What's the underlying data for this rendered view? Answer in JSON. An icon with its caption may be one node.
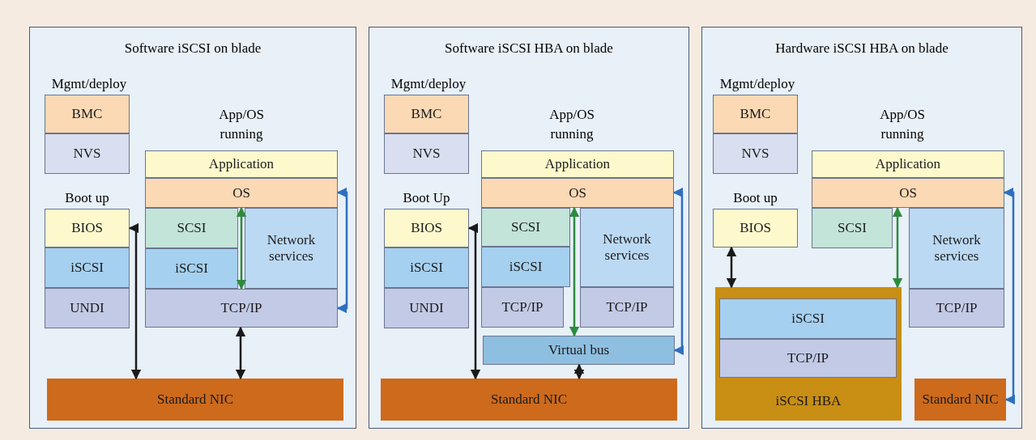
{
  "diagram": {
    "nodes": [
      {
        "text": [
          "Software iSCSI on blade"
        ]
      },
      {
        "text": [
          "BMC"
        ],
        "in": 0
      },
      {
        "text": [
          "NVS"
        ],
        "in": 0
      },
      {
        "text": [
          "BIOS"
        ],
        "in": 0
      },
      {
        "text": [
          "iSCSI"
        ],
        "in": 0
      },
      {
        "text": [
          "UNDI"
        ],
        "in": 0
      },
      {
        "text": [
          "Application"
        ],
        "in": 0
      },
      {
        "text": [
          "OS"
        ],
        "in": 0
      },
      {
        "text": [
          "SCSI"
        ],
        "in": 0
      },
      {
        "text": [
          "iSCSI"
        ],
        "in": 0
      },
      {
        "text": [
          "Network services"
        ],
        "in": 0
      },
      {
        "text": [
          "TCP/IP"
        ],
        "in": 0
      },
      {
        "text": [
          "Standard NIC"
        ],
        "in": 0
      },
      {
        "text": [
          "Software iSCSI HBA on blade"
        ]
      },
      {
        "text": [
          "BMC"
        ],
        "in": 13
      },
      {
        "text": [
          "NVS"
        ],
        "in": 13
      },
      {
        "text": [
          "BIOS"
        ],
        "in": 13
      },
      {
        "text": [
          "iSCSI"
        ],
        "in": 13
      },
      {
        "text": [
          "UNDI"
        ],
        "in": 13
      },
      {
        "text": [
          "Application"
        ],
        "in": 13
      },
      {
        "text": [
          "OS"
        ],
        "in": 13
      },
      {
        "text": [
          "SCSI"
        ],
        "in": 13
      },
      {
        "text": [
          "iSCSI"
        ],
        "in": 13
      },
      {
        "text": [
          "TCP/IP"
        ],
        "in": 13
      },
      {
        "text": [
          "Network services"
        ],
        "in": 13
      },
      {
        "text": [
          "TCP/IP"
        ],
        "in": 13
      },
      {
        "text": [
          "Virtual bus"
        ],
        "in": 13
      },
      {
        "text": [
          "Standard NIC"
        ],
        "in": 13
      },
      {
        "text": [
          "Hardware iSCSI HBA on blade"
        ]
      },
      {
        "text": [
          "BMC"
        ],
        "in": 28
      },
      {
        "text": [
          "NVS"
        ],
        "in": 28
      },
      {
        "text": [
          "BIOS"
        ],
        "in": 28
      },
      {
        "text": [
          "Application"
        ],
        "in": 28
      },
      {
        "text": [
          "OS"
        ],
        "in": 28
      },
      {
        "text": [
          "SCSI"
        ],
        "in": 28
      },
      {
        "text": [
          "Network services"
        ],
        "in": 28
      },
      {
        "text": [
          "TCP/IP"
        ],
        "in": 28
      },
      {
        "text": [
          "iSCSI HBA"
        ],
        "in": 28
      },
      {
        "text": [
          "iSCSI"
        ],
        "in": 37
      },
      {
        "text": [
          "TCP/IP"
        ],
        "in": 37
      },
      {
        "text": [
          "Standard NIC"
        ],
        "in": 28
      }
    ],
    "edges": [
      {
        "from": 3,
        "to": 12,
        "arrow": "both"
      },
      {
        "from": 7,
        "to": 11,
        "arrow": "both",
        "color": "#2e8b3e"
      },
      {
        "from": 7,
        "to": 11,
        "arrow": "both",
        "color": "#2f6fbf"
      },
      {
        "from": 11,
        "to": 12,
        "arrow": "both"
      },
      {
        "from": 16,
        "to": 27,
        "arrow": "both"
      },
      {
        "from": 20,
        "to": 26,
        "arrow": "both",
        "color": "#2e8b3e"
      },
      {
        "from": 20,
        "to": 26,
        "arrow": "both",
        "color": "#2f6fbf"
      },
      {
        "from": 26,
        "to": 27,
        "arrow": "both"
      },
      {
        "from": 31,
        "to": 37,
        "arrow": "both"
      },
      {
        "from": 33,
        "to": 37,
        "arrow": "both",
        "color": "#2e8b3e"
      },
      {
        "from": 33,
        "to": 40,
        "arrow": "both",
        "color": "#2f6fbf"
      }
    ],
    "labels": [
      "Mgmt/deploy",
      "App/OS running",
      "Boot up",
      "Mgmt/deploy",
      "App/OS running",
      "Boot Up",
      "Mgmt/deploy",
      "App/OS running",
      "Boot up"
    ]
  }
}
